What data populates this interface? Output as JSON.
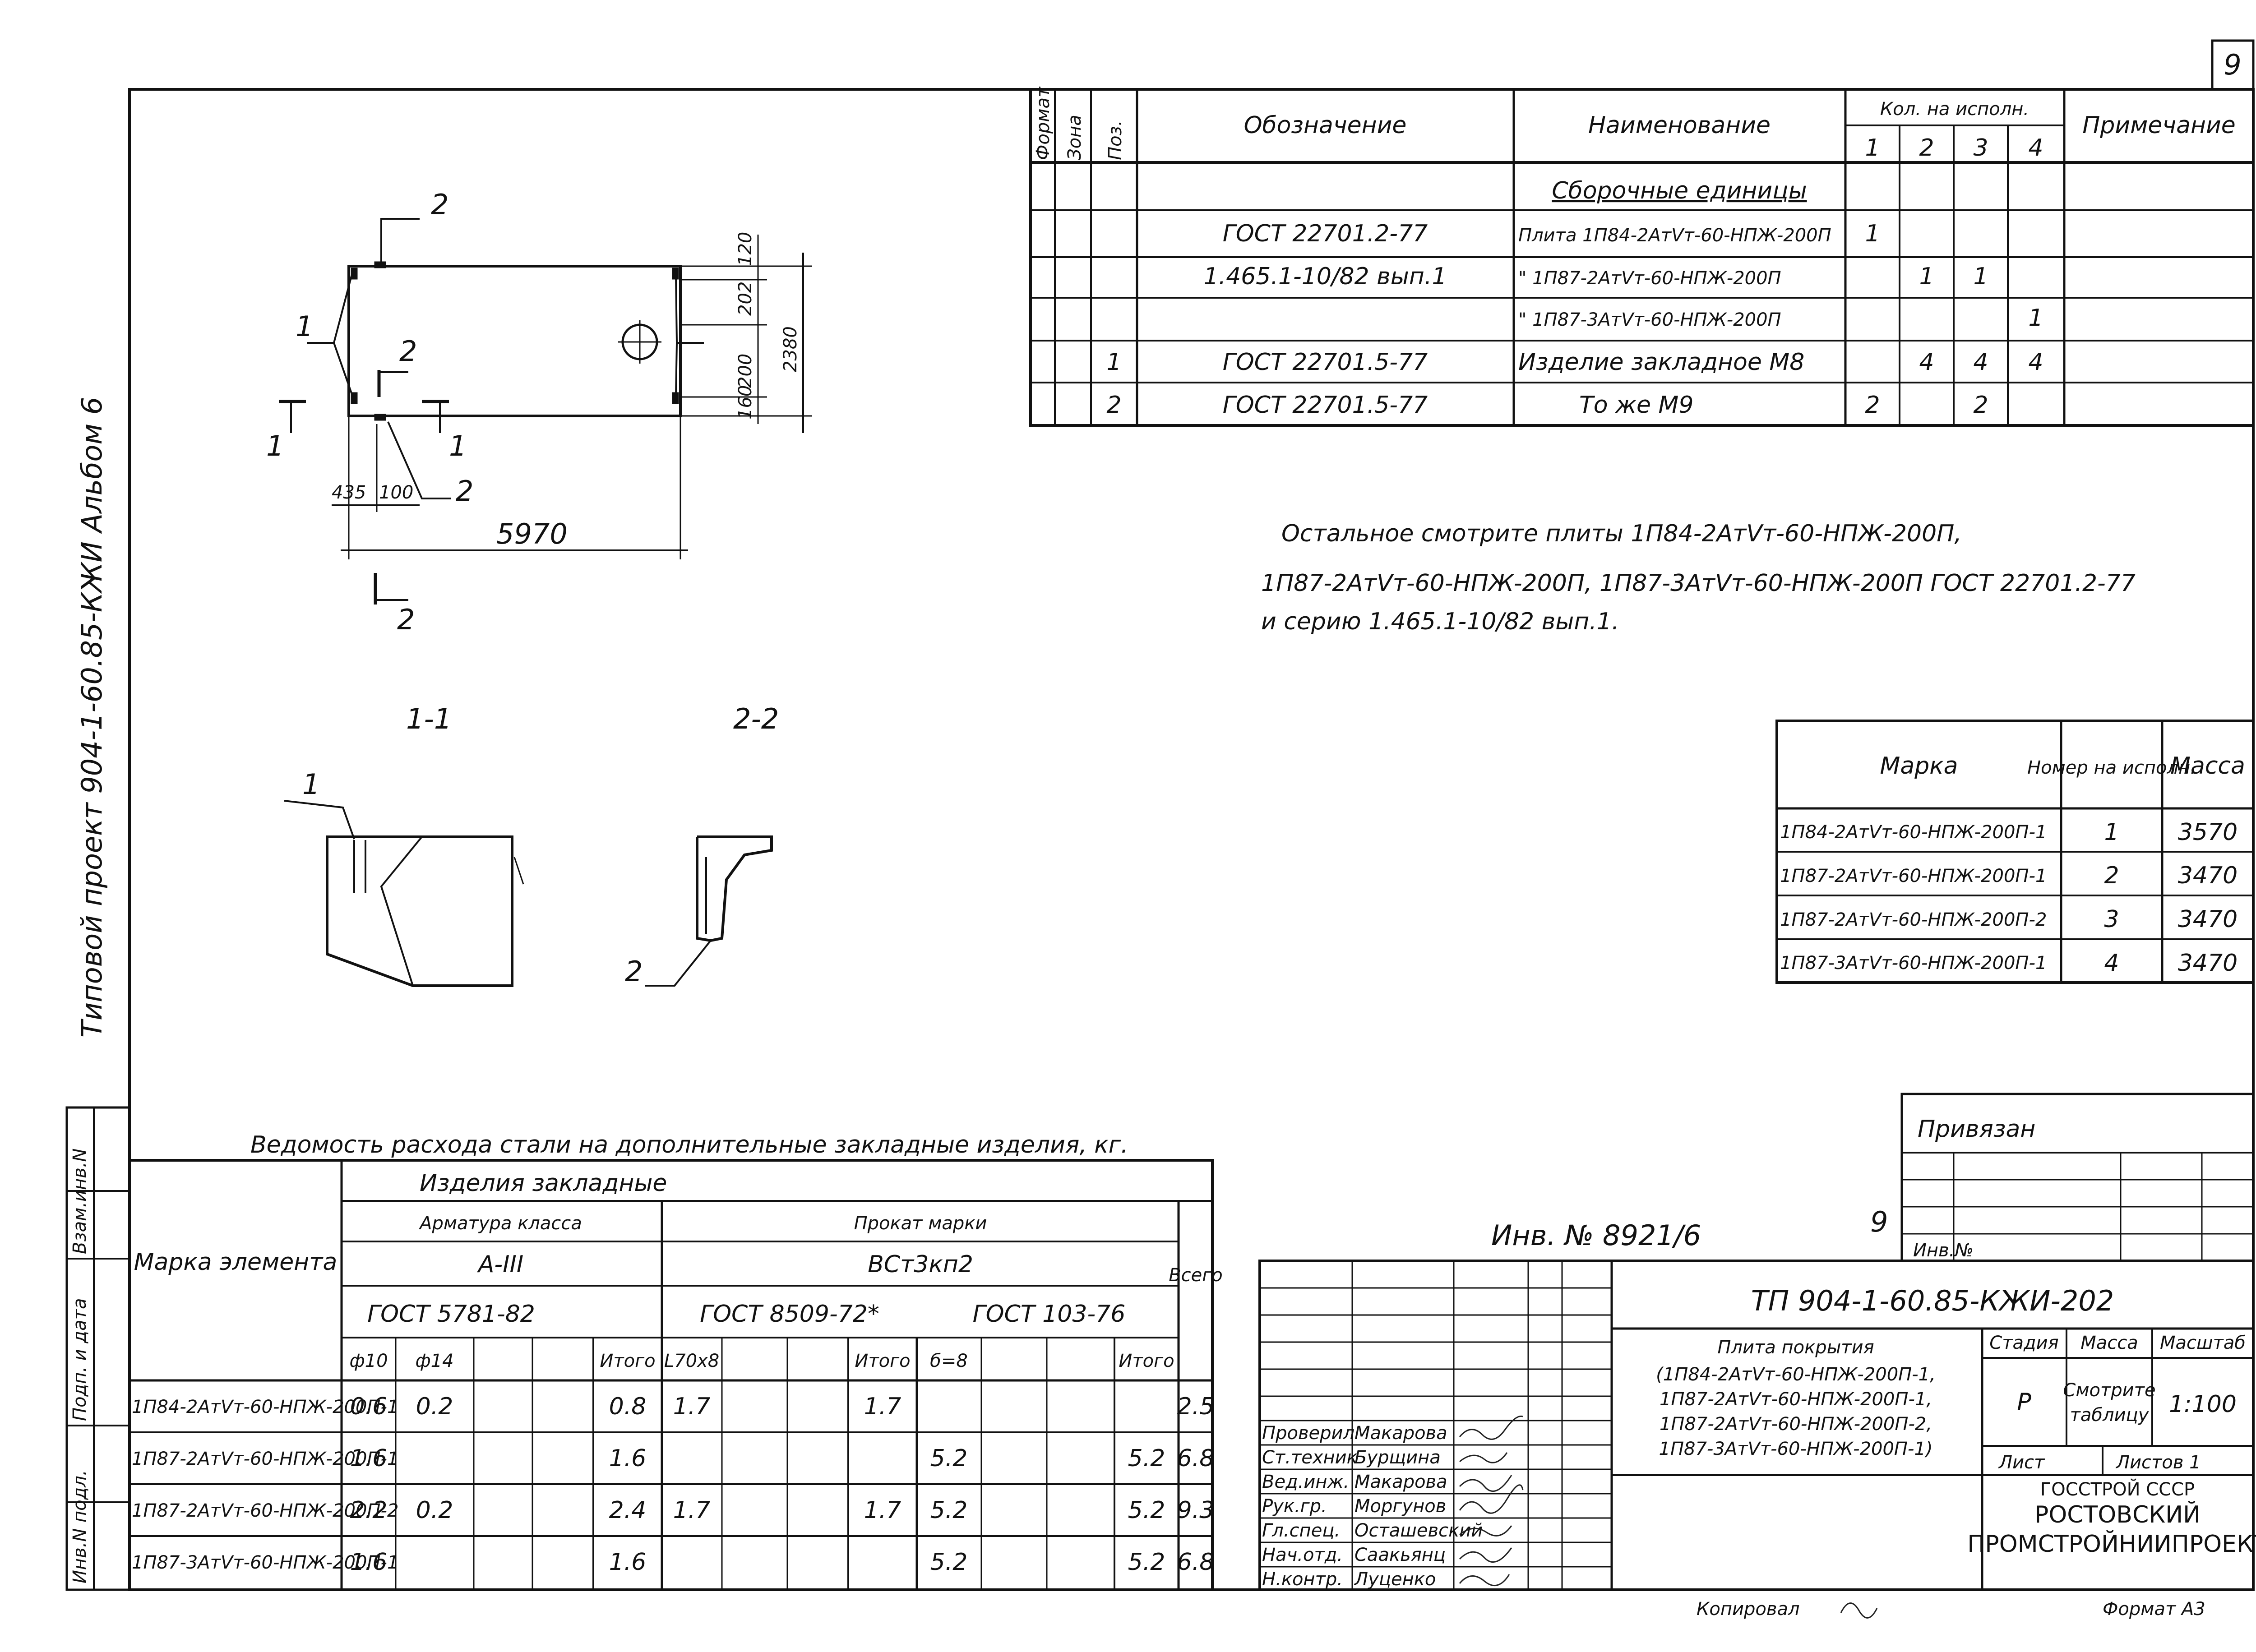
{
  "sheet_number": "9",
  "side_title": "Типовой проект 904-1-60.85-КЖИ Альбом 6",
  "plan": {
    "callout_1": "1",
    "callout_2_top": "2",
    "callout_2_bottom": "2",
    "section_1_left": "1",
    "section_1_right": "1",
    "section_2_top": "2",
    "section_2_bottom": "2",
    "dim_435": "435",
    "dim_100": "100",
    "dim_5970": "5970",
    "dim_2380": "2380",
    "dim_120": "120",
    "dim_202": "202",
    "dim_200": "200",
    "dim_160": "160"
  },
  "sections": {
    "label_1_1": "1-1",
    "label_2_2": "2-2",
    "callout_1": "1",
    "callout_2": "2"
  },
  "spec": {
    "headers": {
      "format": "Формат",
      "zone": "Зона",
      "pos": "Поз.",
      "designation": "Обозначение",
      "name": "Наименование",
      "qty": "Кол. на исполн.",
      "qty_cols": [
        "1",
        "2",
        "3",
        "4"
      ],
      "note": "Примечание"
    },
    "section_title": "Сборочные единицы",
    "rows": [
      {
        "pos": "",
        "designation": "ГОСТ 22701.2-77",
        "name": "Плита 1П84-2АтVт-60-НПЖ-200П",
        "q1": "1",
        "q2": "",
        "q3": "",
        "q4": ""
      },
      {
        "pos": "",
        "designation": "1.465.1-10/82 вып.1",
        "name": "\" 1П87-2АтVт-60-НПЖ-200П",
        "q1": "",
        "q2": "1",
        "q3": "1",
        "q4": ""
      },
      {
        "pos": "",
        "designation": "",
        "name": "\" 1П87-3АтVт-60-НПЖ-200П",
        "q1": "",
        "q2": "",
        "q3": "",
        "q4": "1"
      },
      {
        "pos": "1",
        "designation": "ГОСТ 22701.5-77",
        "name": "Изделие закладное М8",
        "q1": "",
        "q2": "4",
        "q3": "4",
        "q4": "4"
      },
      {
        "pos": "2",
        "designation": "ГОСТ 22701.5-77",
        "name": "То же М9",
        "q1": "2",
        "q2": "",
        "q3": "2",
        "q4": ""
      }
    ]
  },
  "note": {
    "line1": "Остальное смотрите плиты 1П84-2АтVт-60-НПЖ-200П,",
    "line2": "1П87-2АтVт-60-НПЖ-200П, 1П87-3АтVт-60-НПЖ-200П ГОСТ 22701.2-77",
    "line3": "и серию 1.465.1-10/82 вып.1."
  },
  "mass_table": {
    "headers": {
      "mark": "Марка",
      "num": "Номер на исполн.",
      "mass": "Масса"
    },
    "rows": [
      {
        "mark": "1П84-2АтVт-60-НПЖ-200П-1",
        "num": "1",
        "mass": "3570"
      },
      {
        "mark": "1П87-2АтVт-60-НПЖ-200П-1",
        "num": "2",
        "mass": "3470"
      },
      {
        "mark": "1П87-2АтVт-60-НПЖ-200П-2",
        "num": "3",
        "mass": "3470"
      },
      {
        "mark": "1П87-3АтVт-60-НПЖ-200П-1",
        "num": "4",
        "mass": "3470"
      }
    ]
  },
  "steel": {
    "title": "Ведомость расхода стали на дополнительные закладные изделия, кг.",
    "h_mark": "Марка элемента",
    "h_items": "Изделия закладные",
    "h_rebar": "Арматура класса",
    "h_rebar_class": "А-III",
    "h_rebar_gost": "ГОСТ 5781-82",
    "h_rolled": "Прокат марки",
    "h_rolled_grade": "ВСт3кп2",
    "h_gost_8509": "ГОСТ 8509-72*",
    "h_gost_103": "ГОСТ 103-76",
    "h_total": "Всего",
    "h_d10": "ф10",
    "h_d14": "ф14",
    "h_itogo": "Итого",
    "h_l70": "L70х8",
    "h_d8": "б=8",
    "rows": [
      {
        "mark": "1П84-2АтVт-60-НПЖ-200П-1",
        "d10": "0.6",
        "d14": "0.2",
        "it1": "0.8",
        "l70": "1.7",
        "it2": "1.7",
        "d8": "",
        "it3": "",
        "total": "2.5"
      },
      {
        "mark": "1П87-2АтVт-60-НПЖ-200П-1",
        "d10": "1.6",
        "d14": "",
        "it1": "1.6",
        "l70": "",
        "it2": "",
        "d8": "5.2",
        "it3": "5.2",
        "total": "6.8"
      },
      {
        "mark": "1П87-2АтVт-60-НПЖ-200П-2",
        "d10": "2.2",
        "d14": "0.2",
        "it1": "2.4",
        "l70": "1.7",
        "it2": "1.7",
        "d8": "5.2",
        "it3": "5.2",
        "total": "9.3"
      },
      {
        "mark": "1П87-3АтVт-60-НПЖ-200П-1",
        "d10": "1.6",
        "d14": "",
        "it1": "1.6",
        "l70": "",
        "it2": "",
        "d8": "5.2",
        "it3": "5.2",
        "total": "6.8"
      }
    ]
  },
  "left_strip": {
    "inv_orig": "Инв.N подл.",
    "sign_date": "Подп. и дата",
    "replace_inv": "Взам.инв.N"
  },
  "inv": {
    "text": "Инв. № 8921/6",
    "sheet": "9"
  },
  "privyazan": {
    "title": "Привязан",
    "inv": "Инв.№"
  },
  "title_block": {
    "code": "ТП 904-1-60.85-КЖИ-202",
    "desc_lines": [
      "Плита покрытия",
      "(1П84-2АтVт-60-НПЖ-200П-1,",
      "1П87-2АтVт-60-НПЖ-200П-1,",
      "1П87-2АтVт-60-НПЖ-200П-2,",
      "1П87-3АтVт-60-НПЖ-200П-1)"
    ],
    "stage_label": "Стадия",
    "mass_label": "Масса",
    "scale_label": "Масштаб",
    "stage": "Р",
    "mass_line1": "Смотрите",
    "mass_line2": "таблицу",
    "scale": "1:100",
    "sheet_label": "Лист",
    "sheets_label": "Листов 1",
    "org_line1": "ГОССТРОЙ СССР",
    "org_line2": "РОСТОВСКИЙ",
    "org_line3": "ПРОМСТРОЙНИИПРОЕКТ",
    "people": [
      {
        "role": "Проверил",
        "name": "Макарова"
      },
      {
        "role": "Ст.техник",
        "name": "Бурщина"
      },
      {
        "role": "Вед.инж.",
        "name": "Макарова"
      },
      {
        "role": "Рук.гр.",
        "name": "Моргунов"
      },
      {
        "role": "Гл.спец.",
        "name": "Осташевский"
      },
      {
        "role": "Нач.отд.",
        "name": "Саакьянц"
      },
      {
        "role": "Н.контр.",
        "name": "Луценко"
      }
    ]
  },
  "footer": {
    "copied": "Копировал",
    "format": "Формат А3"
  }
}
